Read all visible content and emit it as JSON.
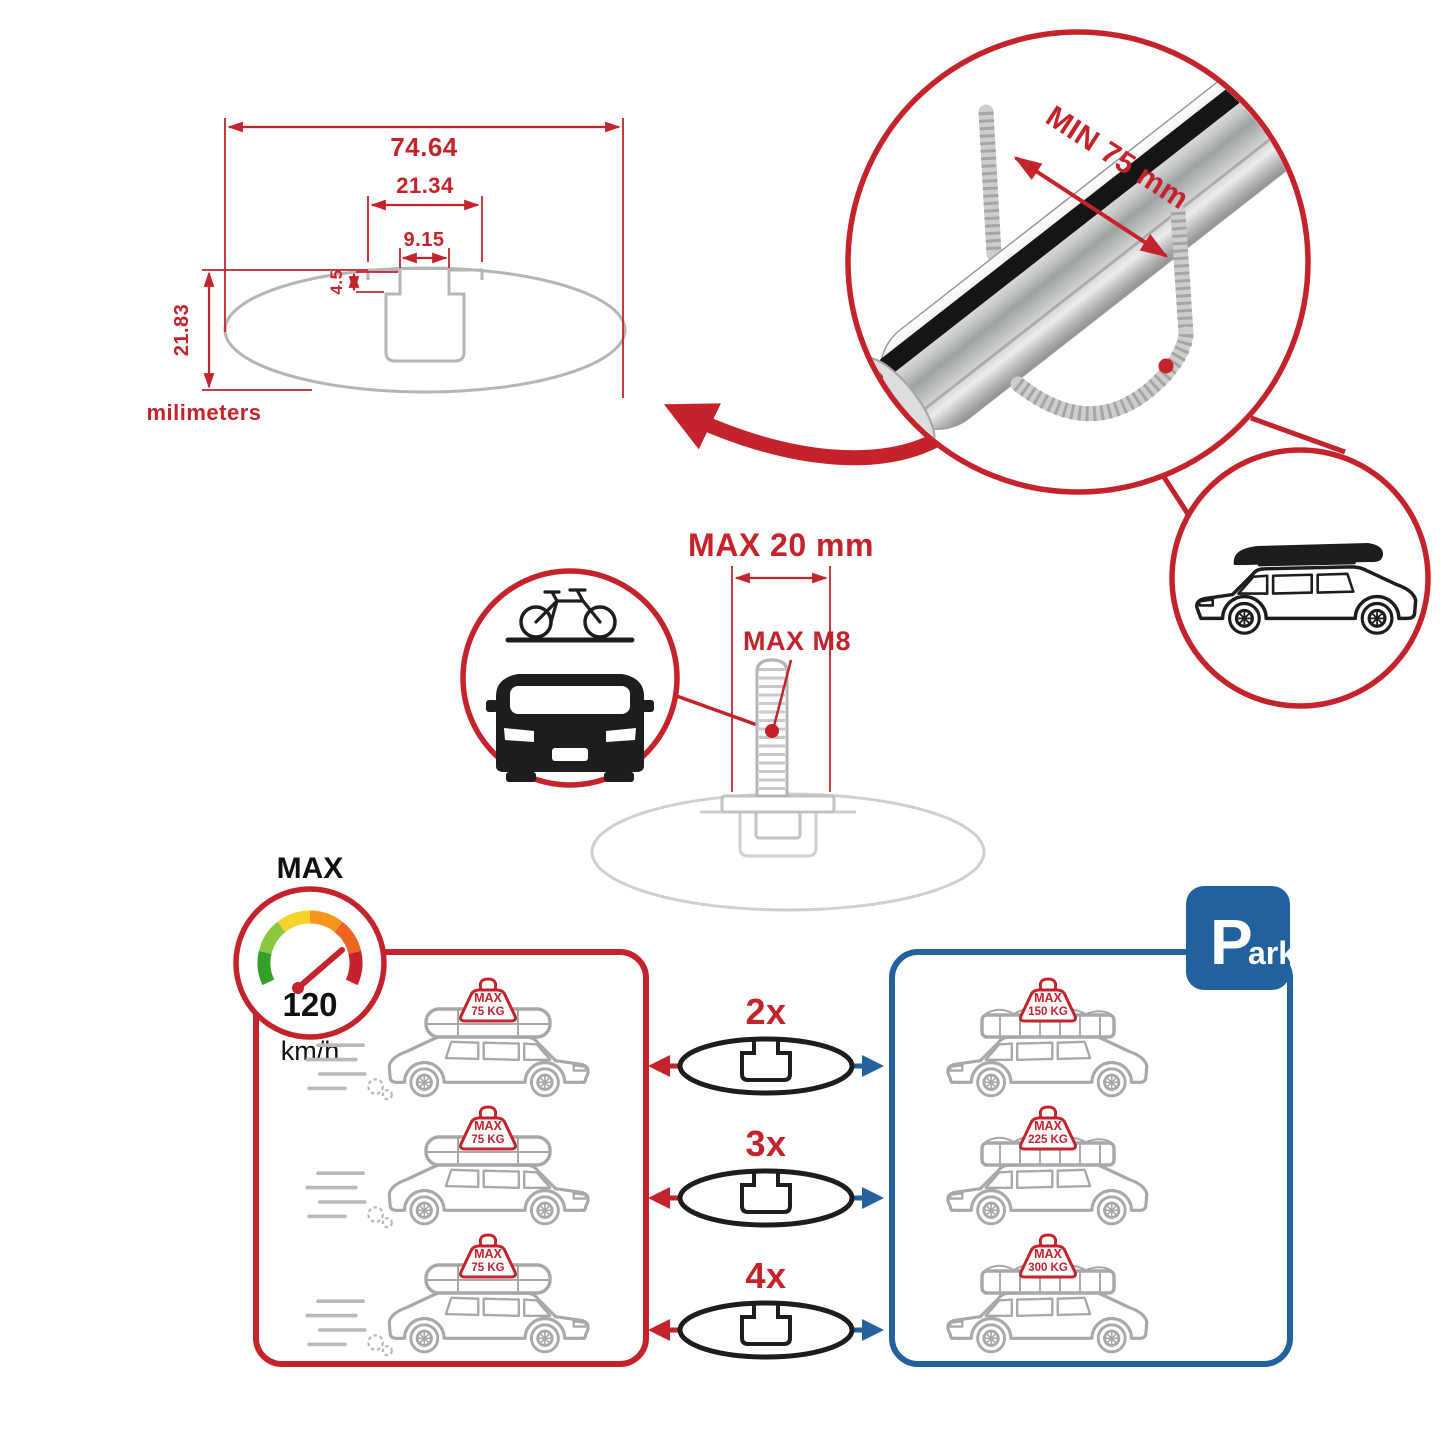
{
  "colors": {
    "red": "#c4232b",
    "blue": "#23619e",
    "gray": "#b5b5b5",
    "ink": "#1d1d1d"
  },
  "cross_section": {
    "total_width": "74.64",
    "channel_width": "21.34",
    "slot_width": "9.15",
    "lip_depth": "4.5",
    "profile_height": "21.83",
    "units": "milimeters"
  },
  "bar_zoom": {
    "min_clamp": "MIN 75 mm"
  },
  "bolt": {
    "max_length": "MAX 20 mm",
    "max_thread": "MAX M8"
  },
  "speedometer": {
    "label": "MAX",
    "value": "120",
    "unit": "km/h"
  },
  "parking": {
    "p": "P",
    "ark": "ark"
  },
  "options": [
    {
      "qty": "2x"
    },
    {
      "qty": "3x"
    },
    {
      "qty": "4x"
    }
  ],
  "driving_cars": [
    {
      "max": "MAX",
      "kg": "75 KG"
    },
    {
      "max": "MAX",
      "kg": "75 KG"
    },
    {
      "max": "MAX",
      "kg": "75 KG"
    }
  ],
  "parked_cars": [
    {
      "max": "MAX",
      "kg": "150 KG"
    },
    {
      "max": "MAX",
      "kg": "225 KG"
    },
    {
      "max": "MAX",
      "kg": "300 KG"
    }
  ]
}
